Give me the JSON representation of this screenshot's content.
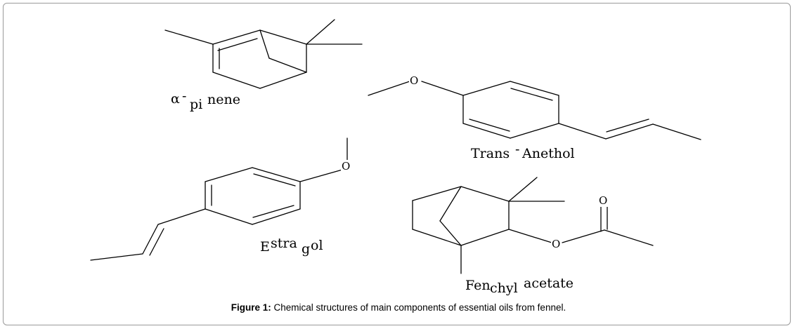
{
  "figure": {
    "caption_label": "Figure 1:",
    "caption_text": " Chemical structures of main components of essential oils from fennel."
  },
  "molecules": {
    "alpha_pinene": {
      "name_part1": "α",
      "name_part2": "-",
      "name_part3": "pi",
      "name_part4": "nene"
    },
    "trans_anethol": {
      "name_part1": "Trans",
      "name_part2": "-",
      "name_part3": "Anethol",
      "atom_o": "O"
    },
    "estragol": {
      "name_part1": "E",
      "name_part2": "stra",
      "name_part3": "g",
      "name_part4": "ol",
      "atom_o": "O"
    },
    "fenchyl_acetate": {
      "name_part1": "Fen",
      "name_part2": "chyl",
      "name_part3": " acetate",
      "atom_o_ester": "O",
      "atom_o_carbonyl": "O"
    }
  }
}
